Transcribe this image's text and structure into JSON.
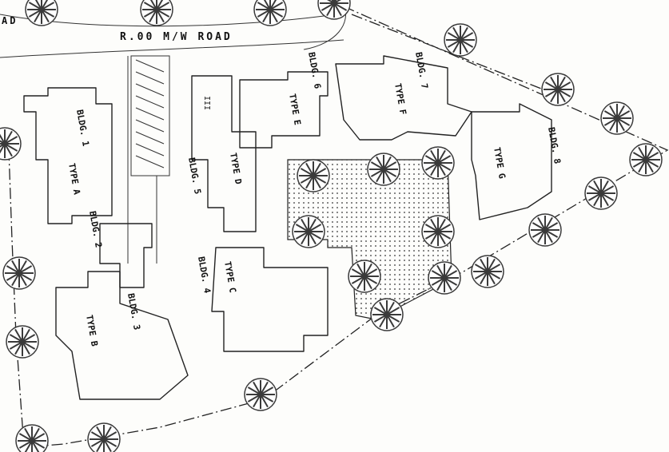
{
  "road": {
    "label": "R.00 M/W ROAD",
    "edge_label": "AD"
  },
  "buildings": [
    {
      "id": "bldg-1",
      "label": "BLDG. 1"
    },
    {
      "id": "bldg-2",
      "label": "BLDG. 2"
    },
    {
      "id": "bldg-3",
      "label": "BLDG. 3"
    },
    {
      "id": "bldg-4",
      "label": "BLDG. 4"
    },
    {
      "id": "bldg-5",
      "label": "BLDG. 5"
    },
    {
      "id": "bldg-6",
      "label": "BLDG. 6"
    },
    {
      "id": "bldg-7",
      "label": "BLDG. 7"
    },
    {
      "id": "bldg-8",
      "label": "BLDG. 8"
    }
  ],
  "types": [
    {
      "id": "type-a",
      "label": "TYPE A"
    },
    {
      "id": "type-b",
      "label": "TYPE B"
    },
    {
      "id": "type-c",
      "label": "TYPE C"
    },
    {
      "id": "type-d",
      "label": "TYPE D"
    },
    {
      "id": "type-e",
      "label": "TYPE E"
    },
    {
      "id": "type-f",
      "label": "TYPE F"
    },
    {
      "id": "type-g",
      "label": "TYPE G"
    }
  ],
  "misc": {
    "small_label": "III"
  },
  "colors": {
    "ink": "#222222",
    "paper": "#fdfdfb",
    "tree_fill": "#3a3a3a"
  },
  "icons": {
    "tree": "tree-icon"
  }
}
